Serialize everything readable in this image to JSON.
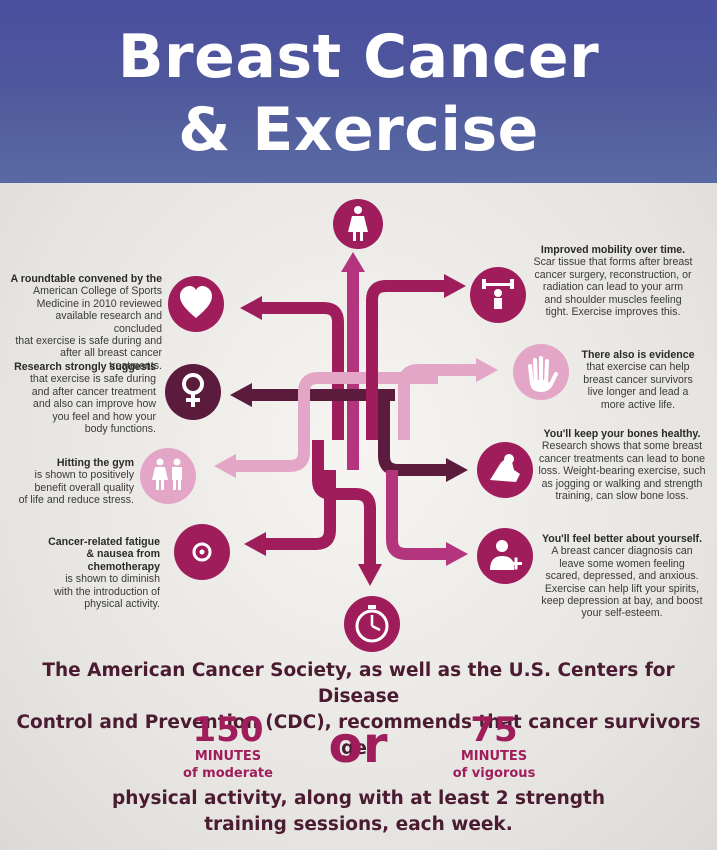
{
  "header": {
    "title_line1": "Breast Cancer",
    "title_line2": "& Exercise"
  },
  "colors": {
    "header_blue": "#4b4f9f",
    "magenta": "#a01d5c",
    "dark_plum": "#5b1b3d",
    "light_pink": "#e3a6c6"
  },
  "icons": [
    "woman-icon",
    "heart-icon",
    "female-symbol-icon",
    "couple-icon",
    "target-icon",
    "stopwatch-icon",
    "weightlifter-icon",
    "hand-icon",
    "flexed-arm-icon",
    "person-plus-icon"
  ],
  "left_items": [
    {
      "head": "A roundtable convened by the",
      "body": [
        "American College of Sports",
        "Medicine in 2010 reviewed",
        "available research and concluded",
        "that exercise is safe during and",
        "after all breast cancer treatments."
      ]
    },
    {
      "head": "Research strongly suggests",
      "body": [
        "that exercise is safe during",
        "and after cancer treatment",
        "and also can improve how",
        "you feel and how your",
        "body functions."
      ]
    },
    {
      "head": "Hitting the gym",
      "body": [
        "is shown to positively",
        "benefit overall quality",
        "of life and reduce stress."
      ]
    },
    {
      "head": "Cancer-related fatigue",
      "head2": "& nausea from",
      "head3": "chemotherapy",
      "body": [
        "is shown to diminish",
        "with the introduction of",
        "physical activity."
      ]
    }
  ],
  "right_items": [
    {
      "head": "Improved mobility over time.",
      "body": [
        "Scar tissue that forms after breast",
        "cancer surgery, reconstruction, or",
        "radiation can lead to your arm",
        "and shoulder muscles feeling",
        "tight. Exercise improves this."
      ]
    },
    {
      "head": "There also is evidence",
      "body": [
        "that exercise can help",
        "breast cancer survivors",
        "live longer and lead a",
        "more active life."
      ]
    },
    {
      "head": "You'll keep your bones healthy.",
      "body": [
        "Research shows that some breast",
        "cancer treatments can lead to bone",
        "loss. Weight-bearing exercise, such",
        "as jogging or walking and strength",
        "training, can slow bone loss."
      ]
    },
    {
      "head": "You'll feel better about yourself.",
      "body": [
        "A breast cancer diagnosis can",
        "leave some women feeling",
        "scared, depressed, and anxious.",
        "Exercise can help lift your spirits,",
        "keep depression at bay, and boost",
        "your self-esteem."
      ]
    }
  ],
  "bottom": {
    "line1": "The American Cancer Society, as well as the U.S. Centers for Disease",
    "line2": "Control and Prevention (CDC), recommends that cancer survivors get",
    "left_num": "150",
    "left_unit": "MINUTES",
    "left_desc": "of moderate",
    "or": "or",
    "right_num": "75",
    "right_unit": "MINUTES",
    "right_desc": "of vigorous",
    "line3": "physical activity, along with at least 2 strength",
    "line4": "training sessions, each week."
  }
}
